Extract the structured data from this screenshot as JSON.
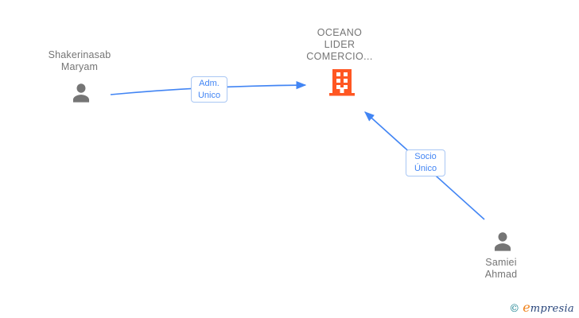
{
  "diagram": {
    "type": "corporate-relationship-graph",
    "company": {
      "name_lines": [
        "OCEANO",
        "LIDER",
        "COMERCIO..."
      ],
      "icon": "building-icon",
      "icon_color": "#FF5722"
    },
    "people": [
      {
        "name_lines": [
          "Shakerinasab",
          "Maryam"
        ],
        "icon": "person-icon"
      },
      {
        "name_lines": [
          "Samiei",
          "Ahmad"
        ],
        "icon": "person-icon"
      }
    ],
    "relationships": [
      {
        "label_lines": [
          "Adm.",
          "Unico"
        ],
        "from": "Shakerinasab Maryam",
        "to": "OCEANO LIDER COMERCIO...",
        "arrow_points_to": "company"
      },
      {
        "label_lines": [
          "Socio",
          "Único"
        ],
        "from": "Samiei Ahmad",
        "to": "OCEANO LIDER COMERCIO...",
        "arrow_points_to": "company"
      }
    ],
    "colors": {
      "edge_blue": "#4285F4",
      "edge_label_border": "#A9C7F4",
      "edge_label_text": "#4285F4",
      "node_text_gray": "#757575",
      "person_icon_gray": "#757575",
      "company_icon_orange": "#FF5722",
      "background": "#FFFFFF"
    }
  },
  "watermark": {
    "copyright_symbol": "©",
    "brand_initial": "e",
    "brand_rest": "mpresia",
    "colors": {
      "copyright": "#18808F",
      "initial": "#F08119",
      "rest": "#28457B"
    }
  }
}
